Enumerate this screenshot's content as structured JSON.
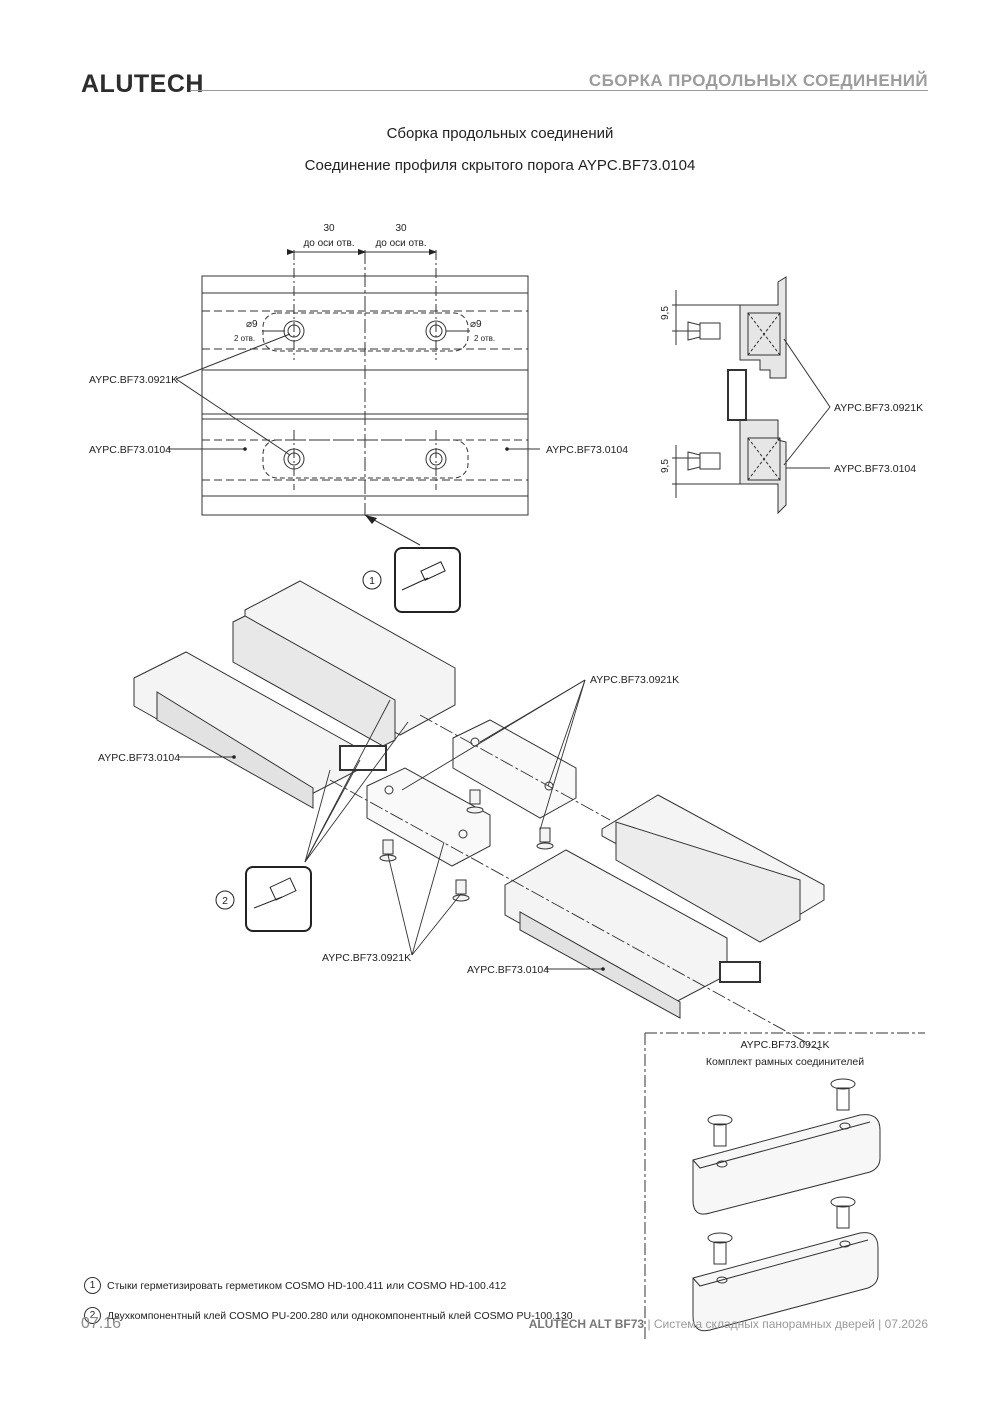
{
  "header": {
    "brand": "ALUTECH",
    "section_title": "СБОРКА ПРОДОЛЬНЫХ СОЕДИНЕНИЙ"
  },
  "titles": {
    "main": "Сборка продольных соединений",
    "sub": "Соединение профиля скрытого порога AYPC.BF73.0104"
  },
  "plan_view": {
    "dim_left": "30",
    "dim_right": "30",
    "dim_note": "до оси отв.",
    "hole_diameter": "⌀9",
    "hole_count": "2 отв.",
    "label_connector": "AYPC.BF73.0921K",
    "label_profile_left": "AYPC.BF73.0104",
    "label_profile_right": "AYPC.BF73.0104"
  },
  "section_view": {
    "dim_top": "9,5",
    "dim_bottom": "9,5",
    "label_connector": "AYPC.BF73.0921K",
    "label_profile": "AYPC.BF73.0104"
  },
  "iso_view": {
    "callout_1": "1",
    "callout_2": "2",
    "label_connector_top": "AYPC.BF73.0921K",
    "label_profile_left": "AYPC.BF73.0104",
    "label_connector_bottom": "AYPC.BF73.0921K",
    "label_profile_right": "AYPC.BF73.0104"
  },
  "kit_box": {
    "code": "AYPC.BF73.0921K",
    "caption": "Комплект рамных соединителей"
  },
  "notes": [
    {
      "num": "1",
      "text": "Стыки герметизировать герметиком COSMO HD-100.411 или COSMO HD-100.412"
    },
    {
      "num": "2",
      "text": "Двухкомпонентный клей COSMO PU-200.280 или однокомпонентный клей COSMO PU-100.130"
    }
  ],
  "footer": {
    "page_number": "07.16",
    "product": "ALUTECH ALT BF73",
    "description": " | Система складных панорамных дверей | 07.2026"
  }
}
